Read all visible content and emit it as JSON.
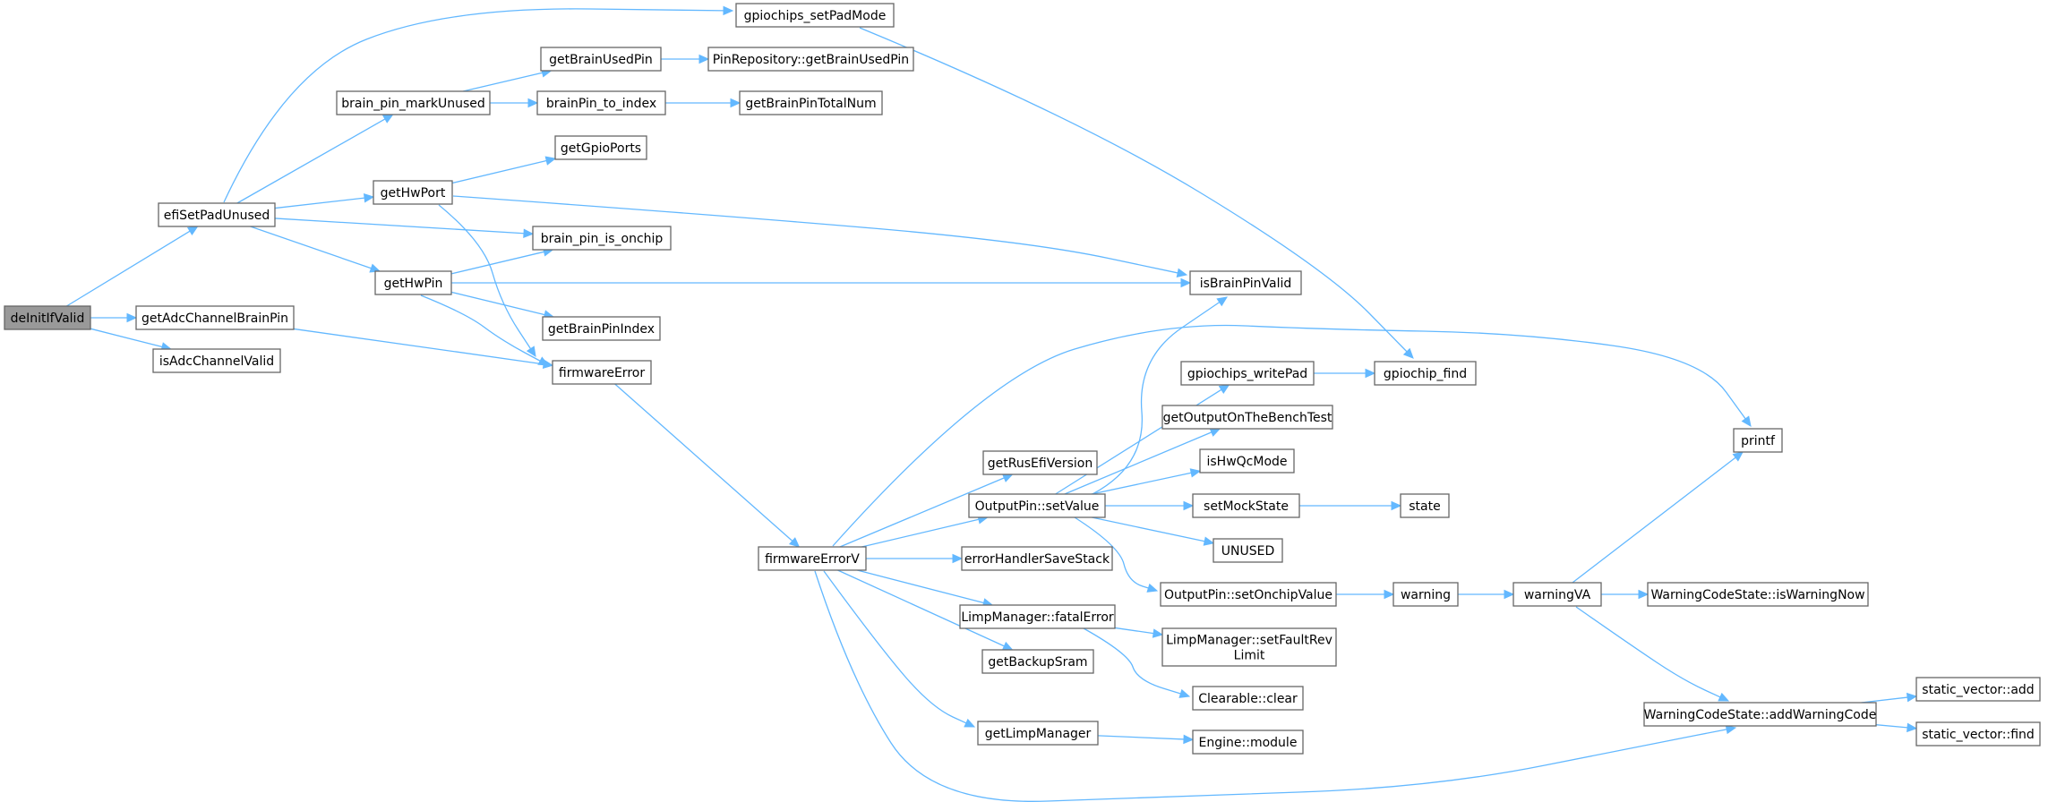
{
  "graph": {
    "colors": {
      "edge": "#63b8ff",
      "node_border": "#666666",
      "root_fill": "#999999",
      "node_fill": "#ffffff"
    },
    "nodes": [
      {
        "id": "deInitIfValid",
        "label": "deInitIfValid",
        "root": true
      },
      {
        "id": "efiSetPadUnused",
        "label": "efiSetPadUnused"
      },
      {
        "id": "getAdcChannelBrainPin",
        "label": "getAdcChannelBrainPin"
      },
      {
        "id": "isAdcChannelValid",
        "label": "isAdcChannelValid"
      },
      {
        "id": "gpiochips_setPadMode",
        "label": "gpiochips_setPadMode"
      },
      {
        "id": "brain_pin_markUnused",
        "label": "brain_pin_markUnused"
      },
      {
        "id": "getHwPort",
        "label": "getHwPort"
      },
      {
        "id": "brain_pin_is_onchip",
        "label": "brain_pin_is_onchip"
      },
      {
        "id": "getHwPin",
        "label": "getHwPin"
      },
      {
        "id": "getBrainUsedPin",
        "label": "getBrainUsedPin"
      },
      {
        "id": "brainPin_to_index",
        "label": "brainPin_to_index"
      },
      {
        "id": "getGpioPorts",
        "label": "getGpioPorts"
      },
      {
        "id": "getBrainPinIndex",
        "label": "getBrainPinIndex"
      },
      {
        "id": "firmwareError",
        "label": "firmwareError"
      },
      {
        "id": "PinRepository_getBrainUsedPin",
        "label": "PinRepository::getBrainUsedPin"
      },
      {
        "id": "getBrainPinTotalNum",
        "label": "getBrainPinTotalNum"
      },
      {
        "id": "isBrainPinValid",
        "label": "isBrainPinValid"
      },
      {
        "id": "gpiochip_find",
        "label": "gpiochip_find"
      },
      {
        "id": "firmwareErrorV",
        "label": "firmwareErrorV"
      },
      {
        "id": "getRusEfiVersion",
        "label": "getRusEfiVersion"
      },
      {
        "id": "OutputPin_setValue",
        "label": "OutputPin::setValue"
      },
      {
        "id": "errorHandlerSaveStack",
        "label": "errorHandlerSaveStack"
      },
      {
        "id": "LimpManager_fatalError",
        "label": "LimpManager::fatalError"
      },
      {
        "id": "getBackupSram",
        "label": "getBackupSram"
      },
      {
        "id": "getLimpManager",
        "label": "getLimpManager"
      },
      {
        "id": "gpiochips_writePad",
        "label": "gpiochips_writePad"
      },
      {
        "id": "getOutputOnTheBenchTest",
        "label": "getOutputOnTheBenchTest"
      },
      {
        "id": "isHwQcMode",
        "label": "isHwQcMode"
      },
      {
        "id": "setMockState",
        "label": "setMockState"
      },
      {
        "id": "UNUSED",
        "label": "UNUSED"
      },
      {
        "id": "OutputPin_setOnchipValue",
        "label": "OutputPin::setOnchipValue"
      },
      {
        "id": "LimpManager_setFaultRevLimit",
        "label": "LimpManager::setFaultRev\nLimit"
      },
      {
        "id": "Clearable_clear",
        "label": "Clearable::clear"
      },
      {
        "id": "Engine_module",
        "label": "Engine::module"
      },
      {
        "id": "state",
        "label": "state"
      },
      {
        "id": "warning",
        "label": "warning"
      },
      {
        "id": "warningVA",
        "label": "warningVA"
      },
      {
        "id": "printf",
        "label": "printf"
      },
      {
        "id": "WarningCodeState_isWarningNow",
        "label": "WarningCodeState::isWarningNow"
      },
      {
        "id": "WarningCodeState_addWarningCode",
        "label": "WarningCodeState::addWarningCode"
      },
      {
        "id": "static_vector_add",
        "label": "static_vector::add"
      },
      {
        "id": "static_vector_find",
        "label": "static_vector::find"
      }
    ],
    "edges": [
      [
        "deInitIfValid",
        "efiSetPadUnused"
      ],
      [
        "deInitIfValid",
        "getAdcChannelBrainPin"
      ],
      [
        "deInitIfValid",
        "isAdcChannelValid"
      ],
      [
        "efiSetPadUnused",
        "gpiochips_setPadMode"
      ],
      [
        "efiSetPadUnused",
        "brain_pin_markUnused"
      ],
      [
        "efiSetPadUnused",
        "getHwPort"
      ],
      [
        "efiSetPadUnused",
        "brain_pin_is_onchip"
      ],
      [
        "efiSetPadUnused",
        "getHwPin"
      ],
      [
        "brain_pin_markUnused",
        "getBrainUsedPin"
      ],
      [
        "brain_pin_markUnused",
        "brainPin_to_index"
      ],
      [
        "getBrainUsedPin",
        "PinRepository_getBrainUsedPin"
      ],
      [
        "brainPin_to_index",
        "getBrainPinTotalNum"
      ],
      [
        "getHwPort",
        "getGpioPorts"
      ],
      [
        "getHwPort",
        "isBrainPinValid"
      ],
      [
        "getHwPort",
        "firmwareError"
      ],
      [
        "getHwPin",
        "brain_pin_is_onchip"
      ],
      [
        "getHwPin",
        "isBrainPinValid"
      ],
      [
        "getHwPin",
        "getBrainPinIndex"
      ],
      [
        "getHwPin",
        "firmwareError"
      ],
      [
        "getAdcChannelBrainPin",
        "firmwareError"
      ],
      [
        "gpiochips_setPadMode",
        "gpiochip_find"
      ],
      [
        "firmwareError",
        "firmwareErrorV"
      ],
      [
        "firmwareErrorV",
        "printf"
      ],
      [
        "firmwareErrorV",
        "getRusEfiVersion"
      ],
      [
        "firmwareErrorV",
        "OutputPin_setValue"
      ],
      [
        "firmwareErrorV",
        "errorHandlerSaveStack"
      ],
      [
        "firmwareErrorV",
        "LimpManager_fatalError"
      ],
      [
        "firmwareErrorV",
        "getBackupSram"
      ],
      [
        "firmwareErrorV",
        "getLimpManager"
      ],
      [
        "firmwareErrorV",
        "WarningCodeState_addWarningCode"
      ],
      [
        "OutputPin_setValue",
        "isBrainPinValid"
      ],
      [
        "OutputPin_setValue",
        "gpiochips_writePad"
      ],
      [
        "OutputPin_setValue",
        "getOutputOnTheBenchTest"
      ],
      [
        "OutputPin_setValue",
        "isHwQcMode"
      ],
      [
        "OutputPin_setValue",
        "setMockState"
      ],
      [
        "OutputPin_setValue",
        "UNUSED"
      ],
      [
        "OutputPin_setValue",
        "OutputPin_setOnchipValue"
      ],
      [
        "gpiochips_writePad",
        "gpiochip_find"
      ],
      [
        "setMockState",
        "state"
      ],
      [
        "OutputPin_setOnchipValue",
        "warning"
      ],
      [
        "warning",
        "warningVA"
      ],
      [
        "warningVA",
        "printf"
      ],
      [
        "warningVA",
        "WarningCodeState_isWarningNow"
      ],
      [
        "warningVA",
        "WarningCodeState_addWarningCode"
      ],
      [
        "LimpManager_fatalError",
        "LimpManager_setFaultRevLimit"
      ],
      [
        "LimpManager_fatalError",
        "Clearable_clear"
      ],
      [
        "getLimpManager",
        "Engine_module"
      ],
      [
        "WarningCodeState_addWarningCode",
        "static_vector_add"
      ],
      [
        "WarningCodeState_addWarningCode",
        "static_vector_find"
      ]
    ]
  }
}
